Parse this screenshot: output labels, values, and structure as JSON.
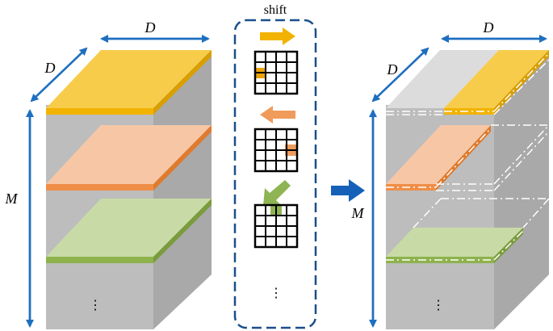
{
  "labels": {
    "depth_left_top": "D",
    "depth_left_side": "D",
    "height_left": "M",
    "shift": "shift",
    "depth_right_top": "D",
    "depth_right_side": "D",
    "height_right": "M",
    "dots_left": "⋮",
    "dots_middle": "⋮",
    "dots_right": "⋮"
  },
  "colors": {
    "axis_arrow": "#1f6fbf",
    "dashed_box": "#1a4f8a",
    "block_front": "#bdbdbd",
    "block_side": "#a9a9a9",
    "block_top_gray": "#d9d9d9",
    "yellow_top": "#f7cc4a",
    "yellow_edge": "#e7a80c",
    "orange_top": "#f7c7a5",
    "orange_edge": "#ef8e47",
    "green_top": "#c8dba6",
    "green_edge": "#8eb24c",
    "grid_highlight_yellow": "#e9a30a",
    "grid_highlight_orange": "#f09b5c",
    "grid_highlight_green": "#8fb453"
  },
  "icons": {
    "yellow_arrow": "arrow-right-icon",
    "orange_arrow": "arrow-left-icon",
    "green_arrow": "arrow-down-left-icon",
    "transform_arrow": "arrow-right-icon"
  }
}
